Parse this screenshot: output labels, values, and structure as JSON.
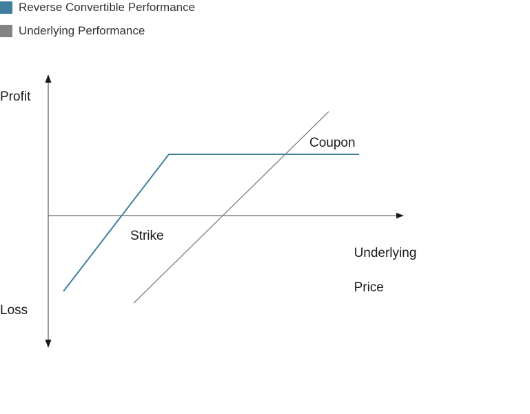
{
  "legend": {
    "items": [
      {
        "label": "Reverse Convertible Performance",
        "color": "#3f7e9c",
        "swatch_name": "legend-swatch-reverse-convertible"
      },
      {
        "label": "Underlying Performance",
        "color": "#838383",
        "swatch_name": "legend-swatch-underlying"
      }
    ]
  },
  "axes": {
    "y_top_label": "Profit",
    "y_bottom_label": "Loss",
    "x_label_line1": "Underlying",
    "x_label_line2": "Price",
    "axis_color": "#9a9a9a"
  },
  "annotations": {
    "strike": "Strike",
    "coupon": "Coupon"
  },
  "chart_data": {
    "type": "line",
    "title": "",
    "subtitle": "",
    "xlabel": "Underlying Price",
    "ylabel": "Profit / Loss",
    "grid": false,
    "legend_position": "top-left",
    "axis_origin": {
      "x": 70,
      "y": 313
    },
    "xlim": [
      0,
      10
    ],
    "ylim": [
      -10,
      10
    ],
    "tick_labels": {
      "x": [],
      "y": []
    },
    "annotations": [
      {
        "text": "Strike",
        "x": 3.45,
        "y": -1.0
      },
      {
        "text": "Coupon",
        "x": 8.8,
        "y": 4.4
      },
      {
        "text": "Profit",
        "x": 0.0,
        "y": 8.5
      },
      {
        "text": "Loss",
        "x": 0.0,
        "y": -5.5
      },
      {
        "text": "Underlying Price",
        "x": 9.4,
        "y": -1.0
      }
    ],
    "series": [
      {
        "name": "Reverse Convertible Performance",
        "color": "#3f7e9c",
        "shape": "capped-upside",
        "points": [
          {
            "x": 0.55,
            "y": -4.75
          },
          {
            "x": 4.5,
            "y": 3.25
          },
          {
            "x": 10.0,
            "y": 3.25
          }
        ],
        "pixel_points": [
          {
            "x": 92,
            "y": 423
          },
          {
            "x": 245,
            "y": 224
          },
          {
            "x": 521,
            "y": 224
          }
        ]
      },
      {
        "name": "Underlying Performance",
        "color": "#838383",
        "shape": "linear",
        "points": [
          {
            "x": 3.6,
            "y": -5.45
          },
          {
            "x": 9.3,
            "y": 6.55
          }
        ],
        "pixel_points": [
          {
            "x": 194,
            "y": 440
          },
          {
            "x": 477,
            "y": 162
          }
        ]
      }
    ]
  }
}
